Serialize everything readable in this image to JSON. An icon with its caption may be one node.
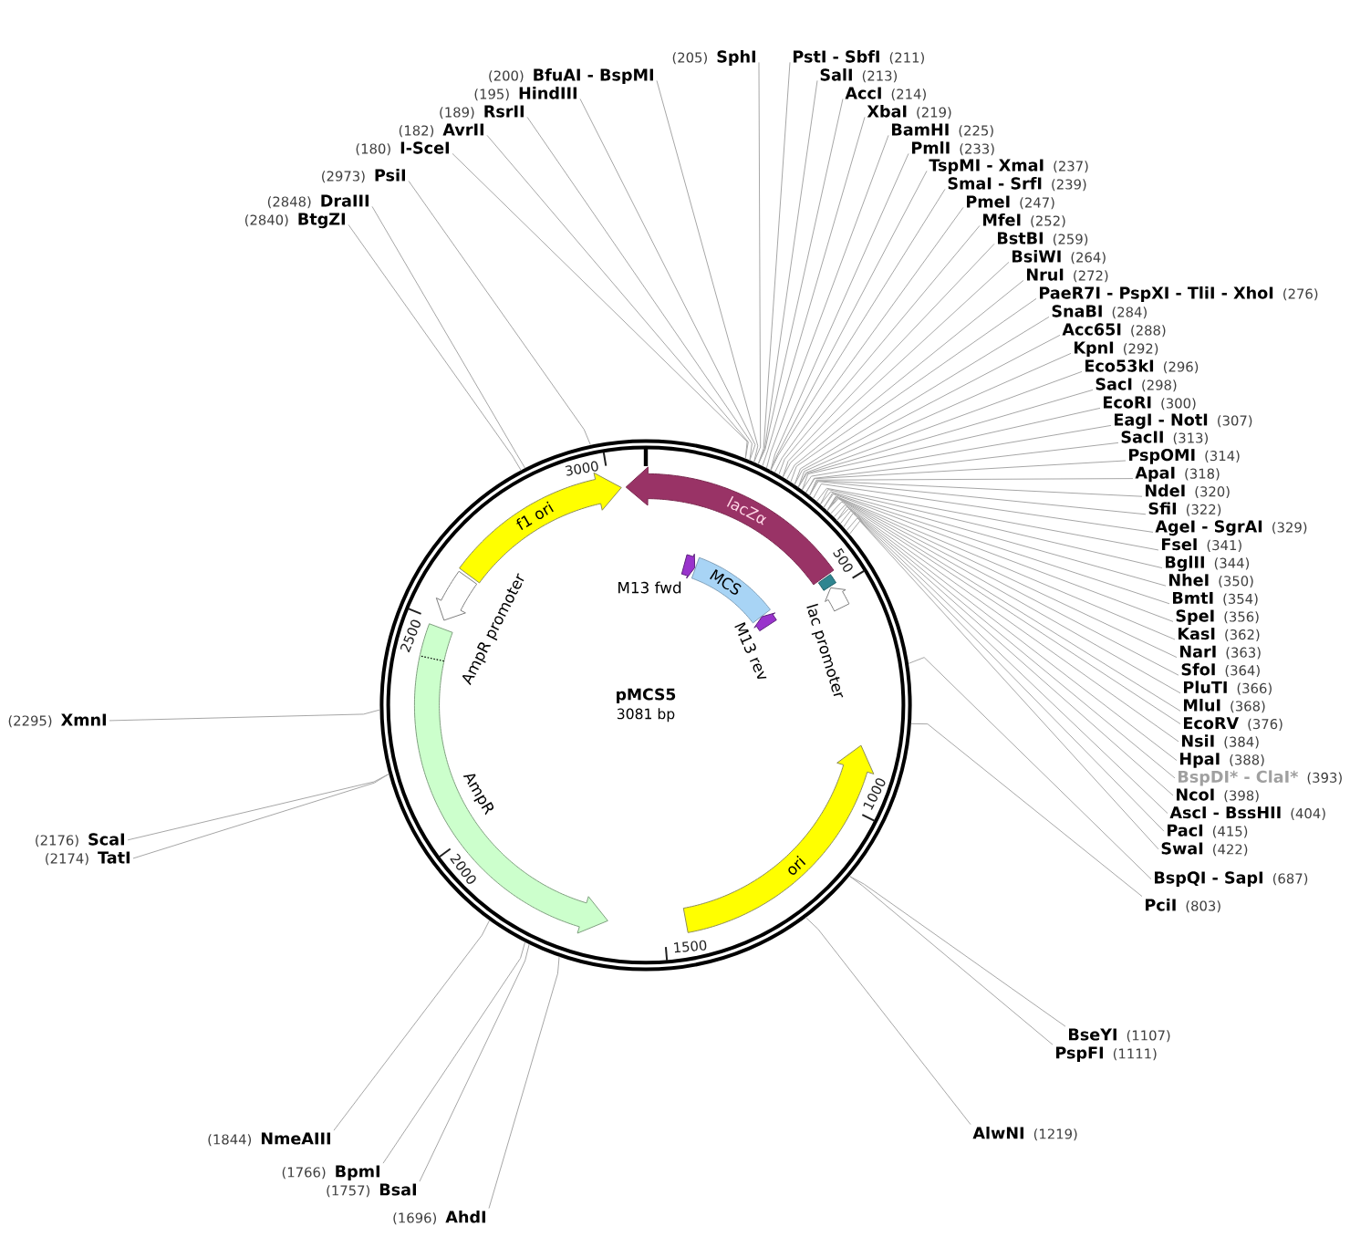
{
  "diagram": {
    "nodes": [
      {
        "text": [
          "pMCS5",
          "3081 bp"
        ]
      },
      {
        "text": [
          "lacZα"
        ],
        "in": 0
      },
      {
        "text": [
          "f1 ori"
        ],
        "in": 0
      },
      {
        "text": [
          "M13 fwd"
        ],
        "in": 0
      },
      {
        "text": [
          "MCS"
        ],
        "in": 0
      },
      {
        "text": [
          "M13 rev"
        ],
        "in": 0
      },
      {
        "text": [],
        "shape": "box",
        "in": 0
      },
      {
        "text": [
          "lac promoter"
        ],
        "in": 0
      },
      {
        "text": [
          "AmpR promoter"
        ],
        "in": 0
      },
      {
        "text": [
          "AmpR"
        ],
        "in": 0
      },
      {
        "text": [
          "ori"
        ],
        "in": 0
      },
      {
        "text": [
          "(205)",
          "SphI"
        ]
      },
      {
        "text": [
          "PstI - SbfI",
          "(211)"
        ]
      },
      {
        "text": [
          "(200)",
          "BfuAI - BspMI"
        ]
      },
      {
        "text": [
          "SalI",
          "(213)"
        ]
      },
      {
        "text": [
          "(195)",
          "HindIII"
        ]
      },
      {
        "text": [
          "AccI",
          "(214)"
        ]
      },
      {
        "text": [
          "(189)",
          "RsrII"
        ]
      },
      {
        "text": [
          "XbaI",
          "(219)"
        ]
      },
      {
        "text": [
          "(182)",
          "AvrII"
        ]
      },
      {
        "text": [
          "BamHI",
          "(225)"
        ]
      },
      {
        "text": [
          "(180)",
          "I-SceI"
        ]
      },
      {
        "text": [
          "PmlI",
          "(233)"
        ]
      },
      {
        "text": [
          "TspMI - XmaI",
          "(237)"
        ]
      },
      {
        "text": [
          "(2973)",
          "PsiI"
        ]
      },
      {
        "text": [
          "SmaI - SrfI",
          "(239)"
        ]
      },
      {
        "text": [
          "(2848)",
          "DraIII"
        ]
      },
      {
        "text": [
          "PmeI",
          "(247)"
        ]
      },
      {
        "text": [
          "(2840)",
          "BtgZI"
        ]
      },
      {
        "text": [
          "MfeI",
          "(252)"
        ]
      },
      {
        "text": [
          "BstBI",
          "(259)"
        ]
      },
      {
        "text": [
          "BsiWI",
          "(264)"
        ]
      },
      {
        "text": [
          "NruI",
          "(272)"
        ]
      },
      {
        "text": [
          "PaeR7I - PspXI - TliI - XhoI",
          "(276)"
        ]
      },
      {
        "text": [
          "SnaBI",
          "(284)"
        ]
      },
      {
        "text": [
          "Acc65I",
          "(288)"
        ]
      },
      {
        "text": [
          "KpnI",
          "(292)"
        ]
      },
      {
        "text": [
          "Eco53kI",
          "(296)"
        ]
      },
      {
        "text": [
          "SacI",
          "(298)"
        ]
      },
      {
        "text": [
          "EcoRI",
          "(300)"
        ]
      },
      {
        "text": [
          "EagI - NotI",
          "(307)"
        ]
      },
      {
        "text": [
          "SacII",
          "(313)"
        ]
      },
      {
        "text": [
          "PspOMI",
          "(314)"
        ]
      },
      {
        "text": [
          "ApaI",
          "(318)"
        ]
      },
      {
        "text": [
          "NdeI",
          "(320)"
        ]
      },
      {
        "text": [
          "SfiI",
          "(322)"
        ]
      },
      {
        "text": [
          "AgeI - SgrAI",
          "(329)"
        ]
      },
      {
        "text": [
          "FseI",
          "(341)"
        ]
      },
      {
        "text": [
          "BglII",
          "(344)"
        ]
      },
      {
        "text": [
          "NheI",
          "(350)"
        ]
      },
      {
        "text": [
          "BmtI",
          "(354)"
        ]
      },
      {
        "text": [
          "SpeI",
          "(356)"
        ]
      },
      {
        "text": [
          "KasI",
          "(362)"
        ]
      },
      {
        "text": [
          "NarI",
          "(363)"
        ]
      },
      {
        "text": [
          "SfoI",
          "(364)"
        ]
      },
      {
        "text": [
          "PluTI",
          "(366)"
        ]
      },
      {
        "text": [
          "MluI",
          "(368)"
        ]
      },
      {
        "text": [
          "(2295)",
          "XmnI"
        ]
      },
      {
        "text": [
          "EcoRV",
          "(376)"
        ]
      },
      {
        "text": [
          "NsiI",
          "(384)"
        ]
      },
      {
        "text": [
          "HpaI",
          "(388)"
        ]
      },
      {
        "text": [
          "BspDI* - ClaI*",
          "(393)"
        ]
      },
      {
        "text": [
          "NcoI",
          "(398)"
        ]
      },
      {
        "text": [
          "AscI - BssHII",
          "(404)"
        ]
      },
      {
        "text": [
          "PacI",
          "(415)"
        ]
      },
      {
        "text": [
          "(2176)",
          "ScaI"
        ]
      },
      {
        "text": [
          "SwaI",
          "(422)"
        ]
      },
      {
        "text": [
          "(2174)",
          "TatI"
        ]
      },
      {
        "text": [
          "BspQI - SapI",
          "(687)"
        ]
      },
      {
        "text": [
          "PciI",
          "(803)"
        ]
      },
      {
        "text": [
          "BseYI",
          "(1107)"
        ]
      },
      {
        "text": [
          "PspFI",
          "(1111)"
        ]
      },
      {
        "text": [
          "AlwNI",
          "(1219)"
        ]
      },
      {
        "text": [
          "(1844)",
          "NmeAIII"
        ]
      },
      {
        "text": [
          "(1766)",
          "BpmI"
        ]
      },
      {
        "text": [
          "(1757)",
          "BsaI"
        ]
      },
      {
        "text": [
          "(1696)",
          "AhdI"
        ]
      }
    ],
    "edges": [
      {
        "from": 11,
        "to": 0,
        "arrow": "none"
      },
      {
        "from": 12,
        "to": 0,
        "arrow": "none"
      },
      {
        "from": 13,
        "to": 0,
        "arrow": "none"
      },
      {
        "from": 14,
        "to": 0,
        "arrow": "none"
      },
      {
        "from": 15,
        "to": 0,
        "arrow": "none"
      },
      {
        "from": 16,
        "to": 0,
        "arrow": "none"
      },
      {
        "from": 17,
        "to": 0,
        "arrow": "none"
      },
      {
        "from": 18,
        "to": 0,
        "arrow": "none"
      },
      {
        "from": 19,
        "to": 0,
        "arrow": "none"
      },
      {
        "from": 20,
        "to": 0,
        "arrow": "none"
      },
      {
        "from": 21,
        "to": 0,
        "arrow": "none"
      },
      {
        "from": 22,
        "to": 0,
        "arrow": "none"
      },
      {
        "from": 23,
        "to": 0,
        "arrow": "none"
      },
      {
        "from": 24,
        "to": 0,
        "arrow": "none"
      },
      {
        "from": 25,
        "to": 0,
        "arrow": "none"
      },
      {
        "from": 26,
        "to": 0,
        "arrow": "none"
      },
      {
        "from": 27,
        "to": 0,
        "arrow": "none"
      },
      {
        "from": 28,
        "to": 0,
        "arrow": "none"
      },
      {
        "from": 29,
        "to": 0,
        "arrow": "none"
      },
      {
        "from": 30,
        "to": 0,
        "arrow": "none"
      },
      {
        "from": 31,
        "to": 0,
        "arrow": "none"
      },
      {
        "from": 32,
        "to": 0,
        "arrow": "none"
      },
      {
        "from": 33,
        "to": 0,
        "arrow": "none"
      },
      {
        "from": 34,
        "to": 0,
        "arrow": "none"
      },
      {
        "from": 35,
        "to": 0,
        "arrow": "none"
      },
      {
        "from": 36,
        "to": 0,
        "arrow": "none"
      },
      {
        "from": 37,
        "to": 0,
        "arrow": "none"
      },
      {
        "from": 38,
        "to": 0,
        "arrow": "none"
      },
      {
        "from": 39,
        "to": 0,
        "arrow": "none"
      },
      {
        "from": 40,
        "to": 0,
        "arrow": "none"
      },
      {
        "from": 41,
        "to": 0,
        "arrow": "none"
      },
      {
        "from": 42,
        "to": 0,
        "arrow": "none"
      },
      {
        "from": 43,
        "to": 0,
        "arrow": "none"
      },
      {
        "from": 44,
        "to": 0,
        "arrow": "none"
      },
      {
        "from": 45,
        "to": 0,
        "arrow": "none"
      },
      {
        "from": 46,
        "to": 0,
        "arrow": "none"
      },
      {
        "from": 47,
        "to": 0,
        "arrow": "none"
      },
      {
        "from": 48,
        "to": 0,
        "arrow": "none"
      },
      {
        "from": 49,
        "to": 0,
        "arrow": "none"
      },
      {
        "from": 50,
        "to": 0,
        "arrow": "none"
      },
      {
        "from": 51,
        "to": 0,
        "arrow": "none"
      },
      {
        "from": 52,
        "to": 0,
        "arrow": "none"
      },
      {
        "from": 53,
        "to": 0,
        "arrow": "none"
      },
      {
        "from": 54,
        "to": 0,
        "arrow": "none"
      },
      {
        "from": 55,
        "to": 0,
        "arrow": "none"
      },
      {
        "from": 56,
        "to": 0,
        "arrow": "none"
      },
      {
        "from": 57,
        "to": 0,
        "arrow": "none"
      },
      {
        "from": 58,
        "to": 0,
        "arrow": "none"
      },
      {
        "from": 59,
        "to": 0,
        "arrow": "none"
      },
      {
        "from": 60,
        "to": 0,
        "arrow": "none"
      },
      {
        "from": 61,
        "to": 0,
        "arrow": "none"
      },
      {
        "from": 62,
        "to": 0,
        "arrow": "none"
      },
      {
        "from": 63,
        "to": 0,
        "arrow": "none"
      },
      {
        "from": 64,
        "to": 0,
        "arrow": "none"
      },
      {
        "from": 65,
        "to": 0,
        "arrow": "none"
      },
      {
        "from": 66,
        "to": 0,
        "arrow": "none"
      },
      {
        "from": 67,
        "to": 0,
        "arrow": "none"
      },
      {
        "from": 68,
        "to": 0,
        "arrow": "none"
      },
      {
        "from": 69,
        "to": 0,
        "arrow": "none"
      },
      {
        "from": 70,
        "to": 0,
        "arrow": "none"
      },
      {
        "from": 71,
        "to": 0,
        "arrow": "none"
      },
      {
        "from": 72,
        "to": 0,
        "arrow": "none"
      },
      {
        "from": 73,
        "to": 0,
        "arrow": "none"
      },
      {
        "from": 74,
        "to": 0,
        "arrow": "none"
      },
      {
        "from": 75,
        "to": 0,
        "arrow": "none"
      },
      {
        "from": 76,
        "to": 0,
        "arrow": "none"
      }
    ],
    "labels": [
      "3000",
      "500",
      "2500",
      "1000",
      "2000",
      "1500"
    ]
  }
}
